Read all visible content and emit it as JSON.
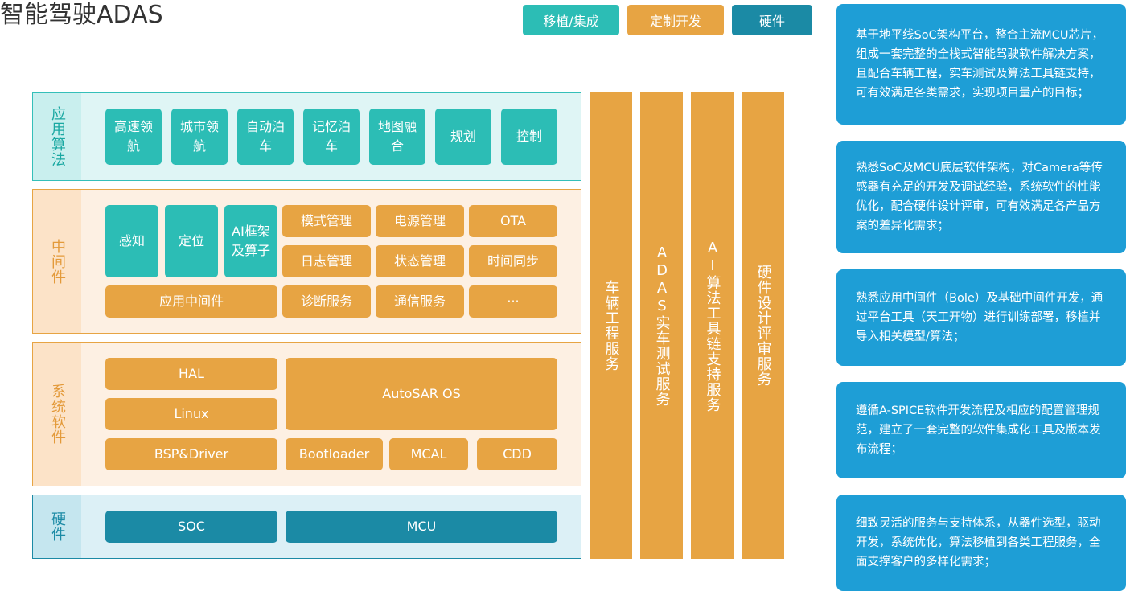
{
  "title": "智能驾驶ADAS",
  "legend": {
    "integration": "移植/集成",
    "custom": "定制开发",
    "hardware": "硬件"
  },
  "layers": {
    "app": {
      "label": "应用算法",
      "items": [
        "高速领航",
        "城市领航",
        "自动泊车",
        "记忆泊车",
        "地图融合",
        "规划",
        "控制"
      ]
    },
    "middleware": {
      "label": "中间件",
      "perception": "感知",
      "localization": "定位",
      "ai_framework": "AI框架及算子",
      "mode_mgmt": "模式管理",
      "power_mgmt": "电源管理",
      "ota": "OTA",
      "log_mgmt": "日志管理",
      "state_mgmt": "状态管理",
      "time_sync": "时间同步",
      "app_middleware": "应用中间件",
      "diag_service": "诊断服务",
      "comm_service": "通信服务",
      "more": "···"
    },
    "system": {
      "label": "系统软件",
      "hal": "HAL",
      "linux": "Linux",
      "autosar": "AutoSAR OS",
      "bsp": "BSP&Driver",
      "bootloader": "Bootloader",
      "mcal": "MCAL",
      "cdd": "CDD"
    },
    "hardware": {
      "label": "硬件",
      "soc": "SOC",
      "mcu": "MCU"
    }
  },
  "services": [
    "车辆工程服务",
    "ADAS实车测试服务",
    "AI算法工具链支持服务",
    "硬件设计评审服务"
  ],
  "cards": [
    "基于地平线SoC架构平台，整合主流MCU芯片，组成一套完整的全栈式智能驾驶软件解决方案，且配合车辆工程，实车测试及算法工具链支持，可有效满足各类需求，实现项目量产的目标；",
    "熟悉SoC及MCU底层软件架构，对Camera等传感器有充足的开发及调试经验，系统软件的性能优化，配合硬件设计评审，可有效满足各产品方案的差异化需求；",
    "熟悉应用中间件（Bole）及基础中间件开发，通过平台工具（天工开物）进行训练部署，移植并导入相关模型/算法；",
    "遵循A-SPICE软件开发流程及相应的配置管理规范，建立了一套完整的软件集成化工具及版本发布流程；",
    "细致灵活的服务与支持体系，从器件选型，驱动开发，系统优化，算法移植到各类工程服务，全面支撑客户的多样化需求；"
  ],
  "colors": {
    "integration": "#2cbdb5",
    "custom": "#e7a443",
    "hardware": "#1b8aa5",
    "card": "#1e9ed6"
  }
}
